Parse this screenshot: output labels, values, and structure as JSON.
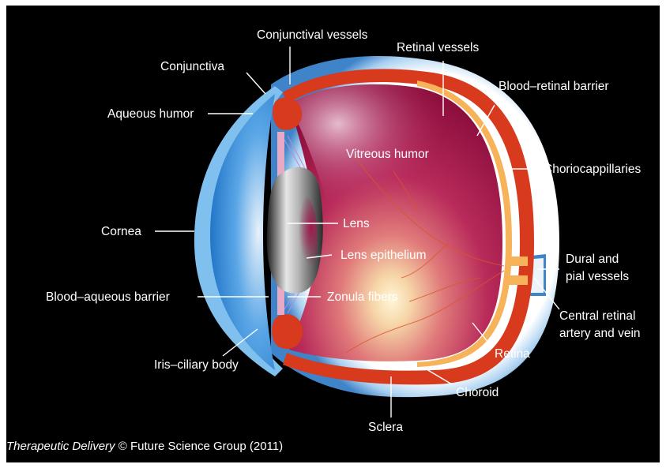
{
  "labels": {
    "conjunctival_vessels": "Conjunctival vessels",
    "retinal_vessels": "Retinal vessels",
    "conjunctiva": "Conjunctiva",
    "blood_retinal_barrier": "Blood–retinal barrier",
    "aqueous_humor": "Aqueous humor",
    "vitreous_humor": "Vitreous humor",
    "choriocappillaries": "Choriocappillaries",
    "cornea": "Cornea",
    "lens": "Lens",
    "lens_epithelium": "Lens epithelium",
    "dural_line1": "Dural and",
    "dural_line2": "pial vessels",
    "blood_aqueous_barrier": "Blood–aqueous barrier",
    "zonula_fibers": "Zonula fibers",
    "central_line1": "Central retinal",
    "central_line2": "artery and vein",
    "retina": "Retina",
    "iris_ciliary_body": "Iris–ciliary body",
    "choroid": "Choroid",
    "sclera": "Sclera"
  },
  "caption": {
    "journal": "Therapeutic Delivery",
    "rest": "© Future Science Group (2011)"
  },
  "colors": {
    "background": "#000000",
    "sclera": "#7fb6e4",
    "choroid": "#d83a1e",
    "retina_band": "#f6b35a",
    "vitreous": "#a4154d",
    "lens": "#8a8a8a",
    "cornea": "#2e86d6"
  }
}
